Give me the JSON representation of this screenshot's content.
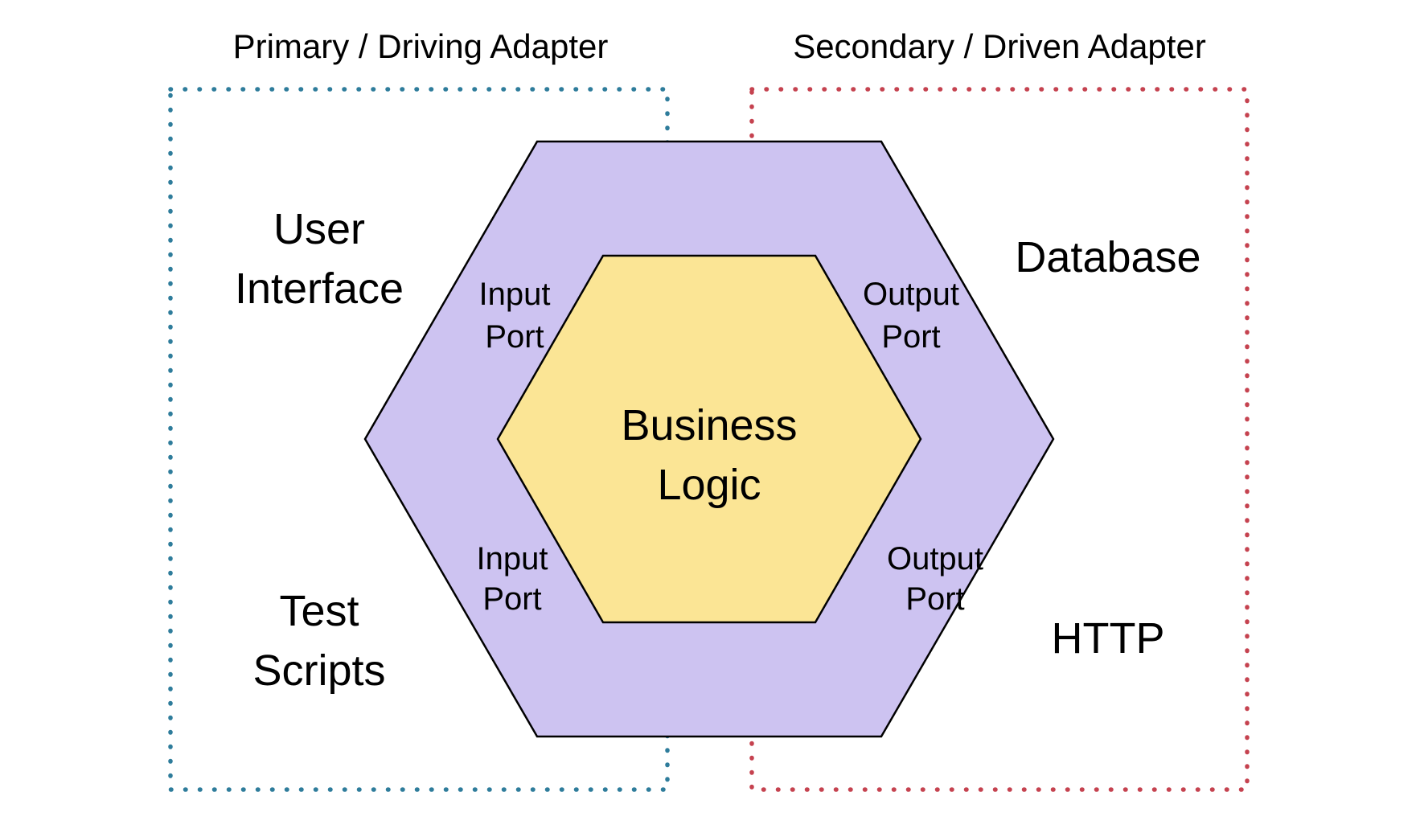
{
  "diagram": {
    "primary_zone": {
      "title": "Primary / Driving Adapter",
      "border_color": "#2E7C9B",
      "actors": {
        "user_interface": [
          "User",
          "Interface"
        ],
        "test_scripts": [
          "Test",
          "Scripts"
        ]
      }
    },
    "secondary_zone": {
      "title": "Secondary / Driven Adapter",
      "border_color": "#C5424F",
      "actors": {
        "database": "Database",
        "http": "HTTP"
      }
    },
    "hexagon": {
      "fill": "#CDC3F1",
      "outline": "#000000",
      "ports": {
        "input_top": [
          "Input",
          "Port"
        ],
        "input_bottom": [
          "Input",
          "Port"
        ],
        "output_top": [
          "Output",
          "Port"
        ],
        "output_bottom": [
          "Output",
          "Port"
        ]
      }
    },
    "core": {
      "fill": "#FBE595",
      "label": [
        "Business",
        "Logic"
      ]
    }
  }
}
